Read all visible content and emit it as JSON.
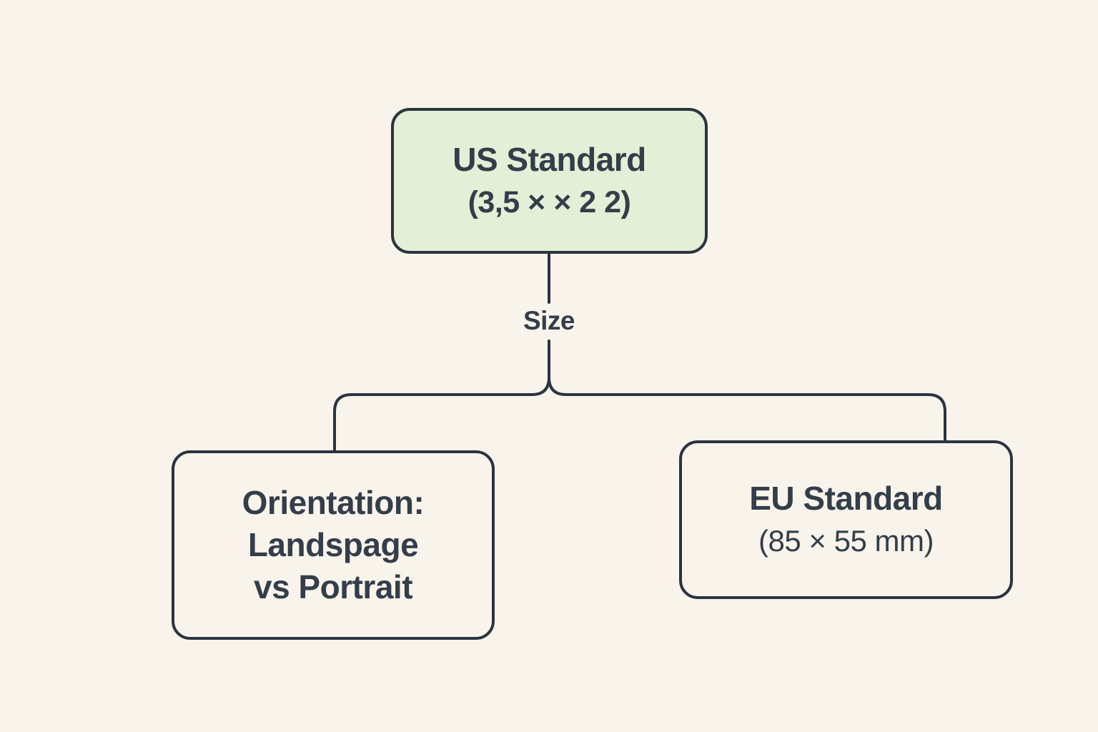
{
  "diagram": {
    "nodes": {
      "root": {
        "title": "US Standard",
        "subtitle": "(3,5 × × 2 2)"
      },
      "left": {
        "lines": [
          "Orientation:",
          "Landspage",
          "vs Portrait"
        ]
      },
      "right": {
        "title": "EU Standard",
        "subtitle": "(85 × 55 mm)"
      }
    },
    "edge": {
      "label": "Size"
    },
    "colors": {
      "background": "#f8f4eb",
      "root_fill": "#e3efd6",
      "line": "#2b3440",
      "text": "#343e4a"
    }
  }
}
